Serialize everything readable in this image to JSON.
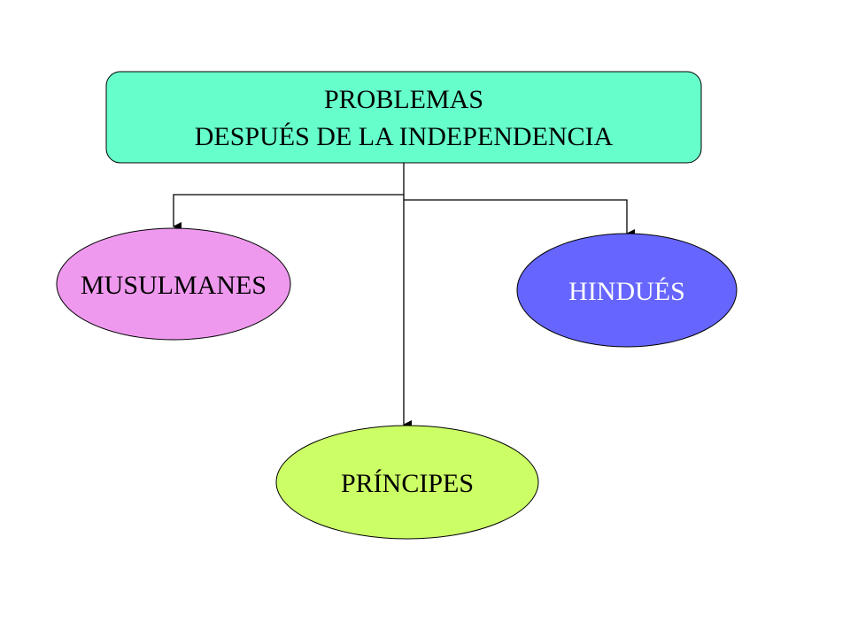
{
  "diagram": {
    "root": {
      "line1": "PROBLEMAS",
      "line2": "DESPUÉS DE LA INDEPENDENCIA",
      "color": "#66FFCC"
    },
    "children": {
      "musulmanes": {
        "label": "MUSULMANES",
        "color": "#EE99EE"
      },
      "hindues": {
        "label": "HINDUÉS",
        "color": "#6666FF"
      },
      "principes": {
        "label": "PRÍNCIPES",
        "color": "#CCFF66"
      }
    },
    "edge_color": "#000000"
  }
}
